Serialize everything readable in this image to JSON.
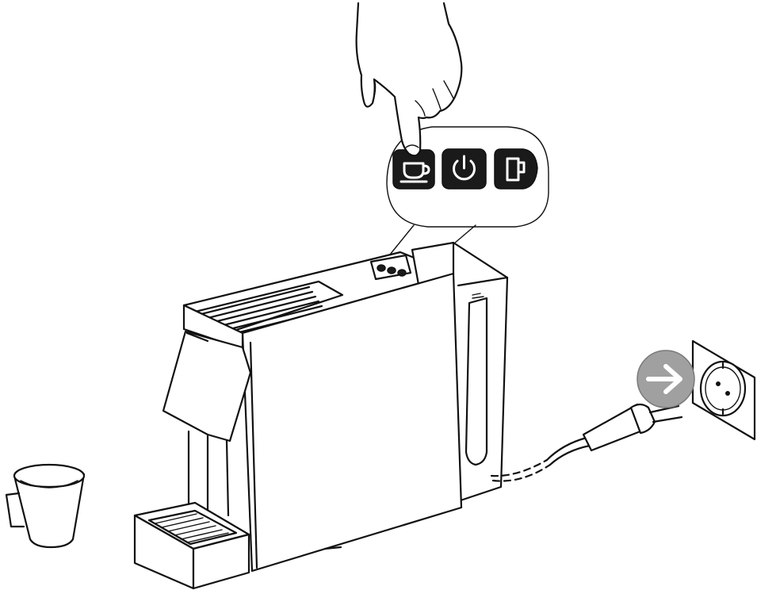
{
  "figure": {
    "elements": [
      "hand-pointer",
      "control-panel-callout",
      "espresso-button",
      "power-button",
      "lungo-button",
      "coffee-machine",
      "coffee-cup",
      "power-plug",
      "wall-socket"
    ],
    "icons": {
      "espresso-button": "espresso-cup-icon",
      "power-button": "power-icon",
      "lungo-button": "mug-icon",
      "socket-arrow": "arrow-right-icon"
    },
    "colors": {
      "line": "#111111",
      "button_fill": "#1a1a1a",
      "arrow_disc": "#a0a0a0",
      "background": "#ffffff"
    }
  }
}
